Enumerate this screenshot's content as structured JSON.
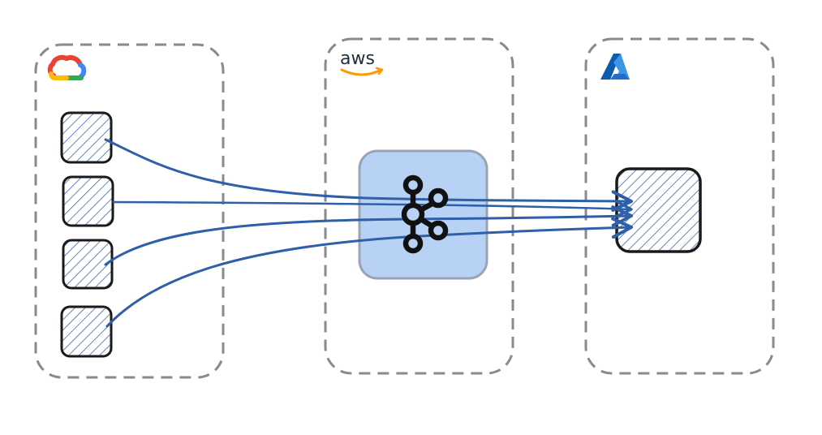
{
  "diagram": {
    "clouds": [
      {
        "id": "gcp",
        "logo": "google-cloud-logo",
        "label": ""
      },
      {
        "id": "aws",
        "logo": "aws-logo",
        "label": "aws"
      },
      {
        "id": "azure",
        "logo": "azure-logo",
        "label": ""
      }
    ],
    "sources": {
      "count": 4,
      "icon": "hatched-box"
    },
    "broker": {
      "icon": "kafka-icon"
    },
    "target": {
      "icon": "hatched-box"
    },
    "colors": {
      "group_border": "#8a8a8a",
      "flow_arrow": "#2f5fa8",
      "hatch": "#2f5fa8",
      "broker_fill": "#b7d2f4",
      "broker_border": "#9aa4b3",
      "node_border": "#1a1a1a",
      "aws_orange": "#ff9900",
      "azure_blue": "#1f6fd1"
    }
  }
}
